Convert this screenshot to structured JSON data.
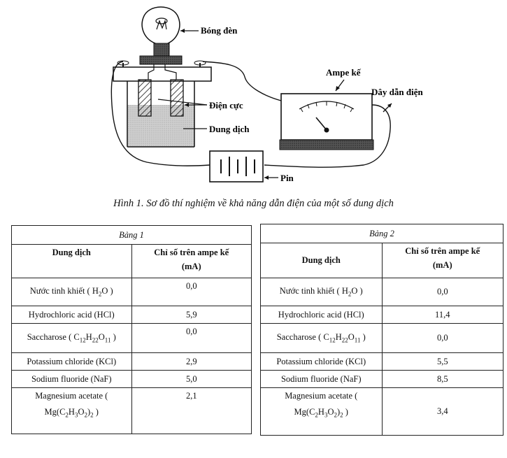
{
  "diagram": {
    "labels": {
      "bulb": "Bóng đèn",
      "ammeter": "Ampe kế",
      "wire": "Dây dẫn điện",
      "electrode": "Điện cực",
      "solution": "Dung dịch",
      "battery": "Pin"
    },
    "caption": "Hình 1. Sơ đồ thí nghiệm về khả năng dẫn điện của một số dung dịch"
  },
  "table1": {
    "title": "Bảng 1",
    "header_col1": "Dung dịch",
    "header_col2_line1": "Chỉ số trên ampe kế",
    "header_col2_line2": "(mA)",
    "rows": [
      {
        "name": "Nước tinh khiết (",
        "value": "0,0"
      },
      {
        "name": "Hydrochloric acid (HCl)",
        "value": "5,9"
      },
      {
        "name": "Saccharose (",
        "value": "0,0"
      },
      {
        "name": "Potassium chloride (KCl)",
        "value": "2,9"
      },
      {
        "name": "Sodium fluoride (NaF)",
        "value": "5,0"
      },
      {
        "name": "Magnesium acetate (",
        "value": "2,1"
      }
    ]
  },
  "table2": {
    "title": "Bảng 2",
    "header_col1": "Dung dịch",
    "header_col2_line1": "Chỉ số trên ampe kế",
    "header_col2_line2": "(mA)",
    "rows": [
      {
        "name": "Nước tinh khiết (",
        "value": "0,0"
      },
      {
        "name": "Hydrochloric acid (HCl)",
        "value": "11,4"
      },
      {
        "name": "Saccharose (",
        "value": "0,0"
      },
      {
        "name": "Potassium chloride (KCl)",
        "value": "5,5"
      },
      {
        "name": "Sodium fluoride (NaF)",
        "value": "8,5"
      },
      {
        "name": "Magnesium acetate (",
        "value": "3,4"
      }
    ]
  }
}
